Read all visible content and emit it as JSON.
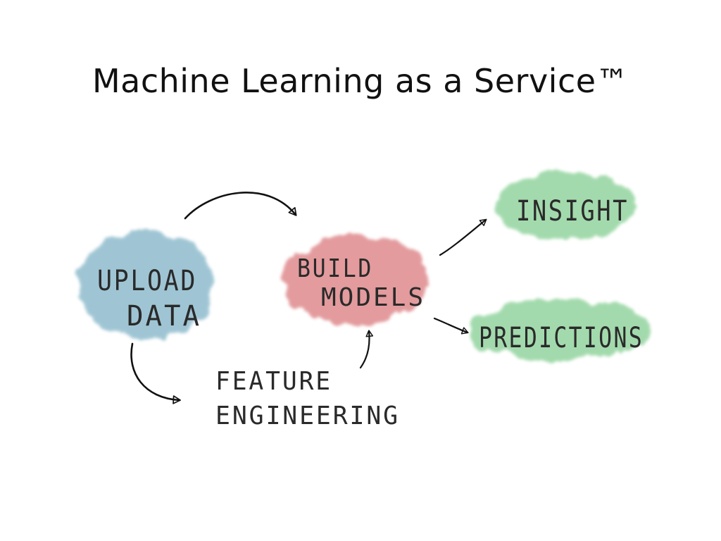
{
  "title": "Machine Learning as a Service™",
  "nodes": {
    "upload": {
      "line1": "UPLOAD",
      "line2": "DATA",
      "color": "#8fbccd"
    },
    "build": {
      "line1": "BUILD",
      "line2": "MODELS",
      "color": "#df8a8d"
    },
    "feature": {
      "line1": "FEATURE",
      "line2": "ENGINEERING"
    },
    "insight": {
      "label": "INSIGHT",
      "color": "#93d49f"
    },
    "predictions": {
      "label": "PREDICTIONS",
      "color": "#93d49f"
    }
  },
  "edges": [
    {
      "from": "upload",
      "to": "build"
    },
    {
      "from": "upload",
      "to": "feature"
    },
    {
      "from": "feature",
      "to": "build"
    },
    {
      "from": "build",
      "to": "insight"
    },
    {
      "from": "build",
      "to": "predictions"
    }
  ]
}
